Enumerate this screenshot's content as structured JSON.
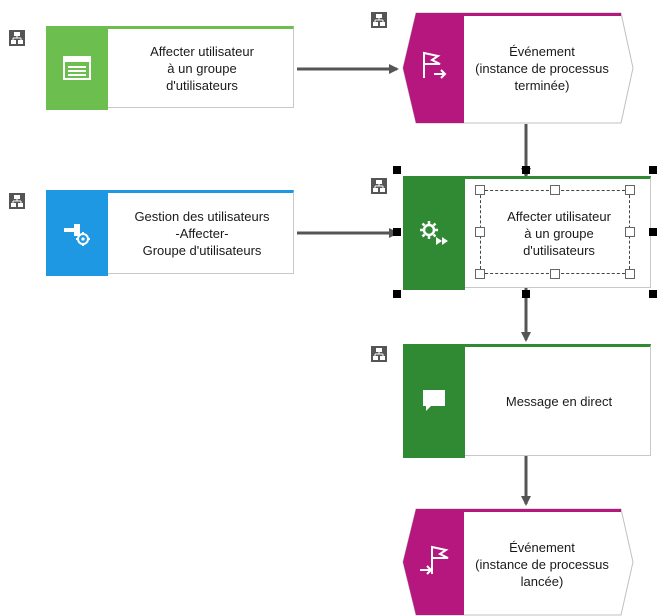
{
  "nodes": {
    "function_assign": {
      "label": "Affecter utilisateur\nà un groupe\nd'utilisateurs"
    },
    "event_end": {
      "label": "Événement\n(instance de processus\nterminée)"
    },
    "app_gestion": {
      "label": "Gestion des utilisateurs\n-Affecter-\nGroupe d'utilisateurs"
    },
    "function_auto": {
      "label": "Affecter utilisateur\nà un groupe\nd'utilisateurs"
    },
    "message": {
      "label": "Message en direct"
    },
    "event_start": {
      "label": "Événement\n(instance de processus\nlancée)"
    }
  },
  "colors": {
    "light_green": "#6cbf4f",
    "dark_green": "#2f8a33",
    "blue": "#1f98e4",
    "magenta": "#b5177e",
    "connector": "#555555"
  }
}
